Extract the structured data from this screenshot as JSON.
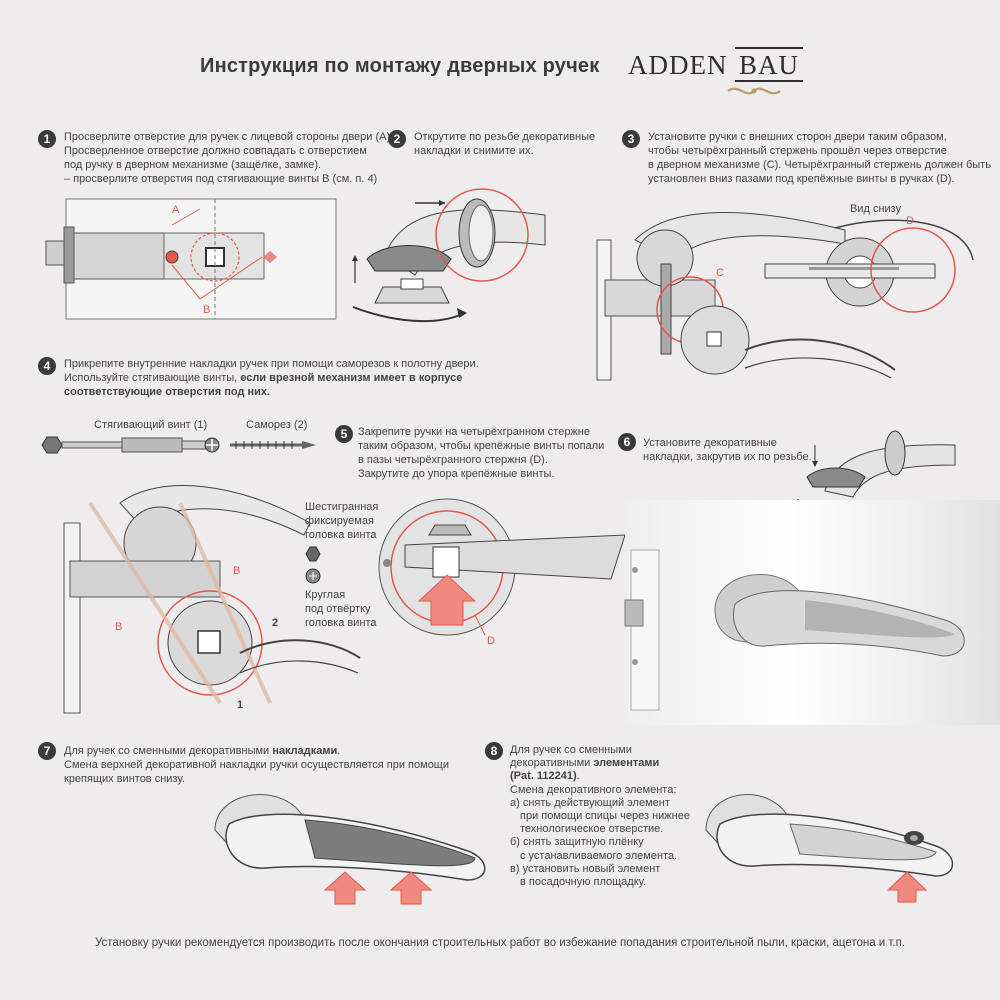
{
  "header": {
    "title": "Инструкция по монтажу дверных ручек",
    "logo_left": "ADDEN",
    "logo_right": "BAU"
  },
  "steps": [
    {
      "num": "1",
      "lines": [
        "Просверлите отверстие для ручек с лицевой стороны двери (A).",
        "Просверленное отверстие должно совпадать с отверстием",
        "под ручку в дверном механизме (защёлке, замке).",
        "– просверлите отверстия под стягивающие винты B (см. п. 4)"
      ],
      "labels": {
        "a": "A",
        "b": "B"
      }
    },
    {
      "num": "2",
      "lines": [
        "Открутите по резьбе декоративные",
        "накладки и снимите их."
      ]
    },
    {
      "num": "3",
      "lines": [
        "Установите ручки с внешних сторон двери таким образом,",
        "чтобы четырёхгранный стержень прошёл через отверстие",
        "в дверном механизме (C). Четырёхгранный стержень должен быть",
        "установлен вниз пазами под крепёжные винты в ручках (D)."
      ],
      "labels": {
        "bottom_view": "Вид снизу",
        "c": "C",
        "d": "D"
      }
    },
    {
      "num": "4",
      "line1": "Прикрепите внутренние накладки ручек при помощи саморезов к полотну двери.",
      "line2_pre": "Используйте стягивающие винты, ",
      "line2_bold": "если врезной механизм имеет в корпусе",
      "line3_bold": "соответствующие отверстия под них.",
      "labels": {
        "tie_screw": "Стягивающий винт (1)",
        "self_tap": "Саморез (2)",
        "hex_head": [
          "Шестигранная",
          "фиксируемая",
          "головка винта"
        ],
        "round_head": [
          "Круглая",
          "под отвёртку",
          "головка винта"
        ],
        "b": "B",
        "one": "1",
        "two": "2"
      }
    },
    {
      "num": "5",
      "lines": [
        "Закрепите ручки на четырёхгранном стержне",
        "таким образом, чтобы крепёжные винты попали",
        "в пазы четырёхгранного стержня (D).",
        "Закрутите до упора крепёжные винты."
      ],
      "labels": {
        "d": "D"
      }
    },
    {
      "num": "6",
      "lines": [
        "Установите декоративные",
        "накладки, закрутив их по резьбе."
      ]
    },
    {
      "num": "7",
      "line1_pre": "Для ручек со сменными декоративными ",
      "line1_bold": "накладками",
      "line1_post": ".",
      "lines": [
        "Смена верхней декоративной накладки ручки осуществляется при помощи",
        "крепящих винтов снизу."
      ]
    },
    {
      "num": "8",
      "line1": "Для ручек со сменными",
      "line2_pre": "декоративными ",
      "line2_bold": "элементами",
      "line3_bold": "(Pat. 112241)",
      "line3_post": ".",
      "lines": [
        "Смена декоративного элемента:",
        "а) снять действующий элемент",
        "при помощи спицы через нижнее",
        "технологическое отверстие.",
        "б) снять защитную плёнку",
        "с устанавливаемого элемента.",
        "в) установить новый элемент",
        "в посадочную площадку."
      ]
    }
  ],
  "footer": "Установку ручки рекомендуется производить после окончания строительных работ во избежание попадания строительной пыли, краски, ацетона и т.п.",
  "colors": {
    "accent": "#e2584f",
    "arrow": "#f08a7e",
    "ink": "#3a3a3a",
    "background": "#eeecec"
  }
}
